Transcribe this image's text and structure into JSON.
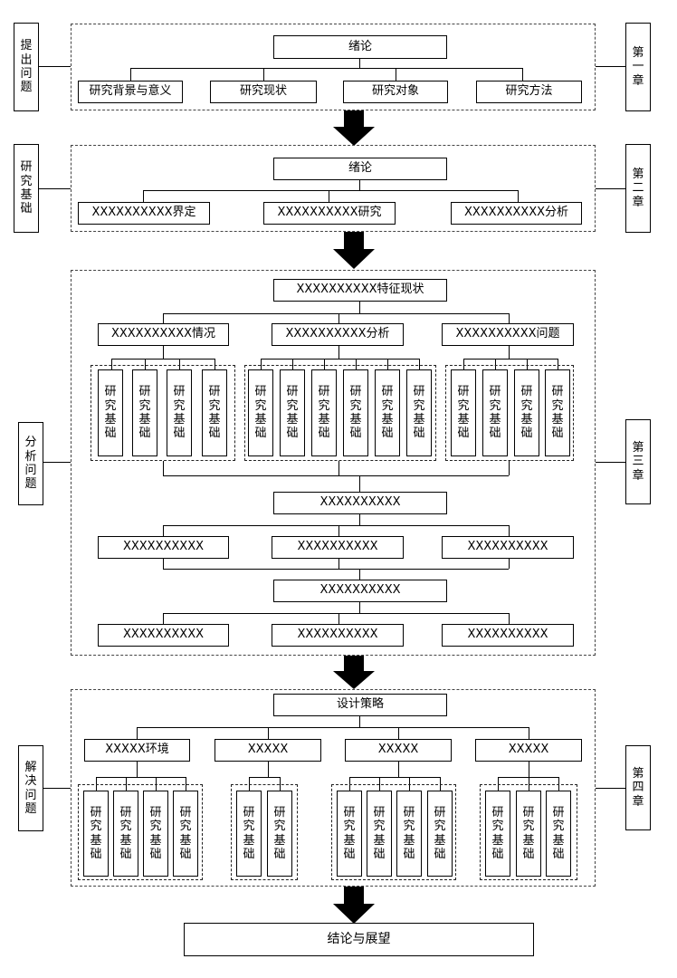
{
  "chapter1": {
    "side_left": "提出问题",
    "side_right": "第一章",
    "top": "绪论",
    "items": [
      "研究背景与意义",
      "研究现状",
      "研究对象",
      "研究方法"
    ]
  },
  "chapter2": {
    "side_left": "研究基础",
    "side_right": "第二章",
    "top": "绪论",
    "items": [
      "XXXXXXXXXX界定",
      "XXXXXXXXXX研究",
      "XXXXXXXXXX分析"
    ]
  },
  "chapter3": {
    "side_left": "分析问题",
    "side_right": "第三章",
    "top": "XXXXXXXXXX特征现状",
    "mid": [
      "XXXXXXXXXX情况",
      "XXXXXXXXXX分析",
      "XXXXXXXXXX问题"
    ],
    "leaf": "研究基础",
    "center1": "XXXXXXXXXX",
    "row1": [
      "XXXXXXXXXX",
      "XXXXXXXXXX",
      "XXXXXXXXXX"
    ],
    "center2": "XXXXXXXXXX",
    "row2": [
      "XXXXXXXXXX",
      "XXXXXXXXXX",
      "XXXXXXXXXX"
    ]
  },
  "chapter4": {
    "side_left": "解决问题",
    "side_right": "第四章",
    "top": "设计策略",
    "mid": [
      "XXXXX环境",
      "XXXXX",
      "XXXXX",
      "XXXXX"
    ],
    "leaf": "研究基础"
  },
  "conclusion": "结论与展望"
}
